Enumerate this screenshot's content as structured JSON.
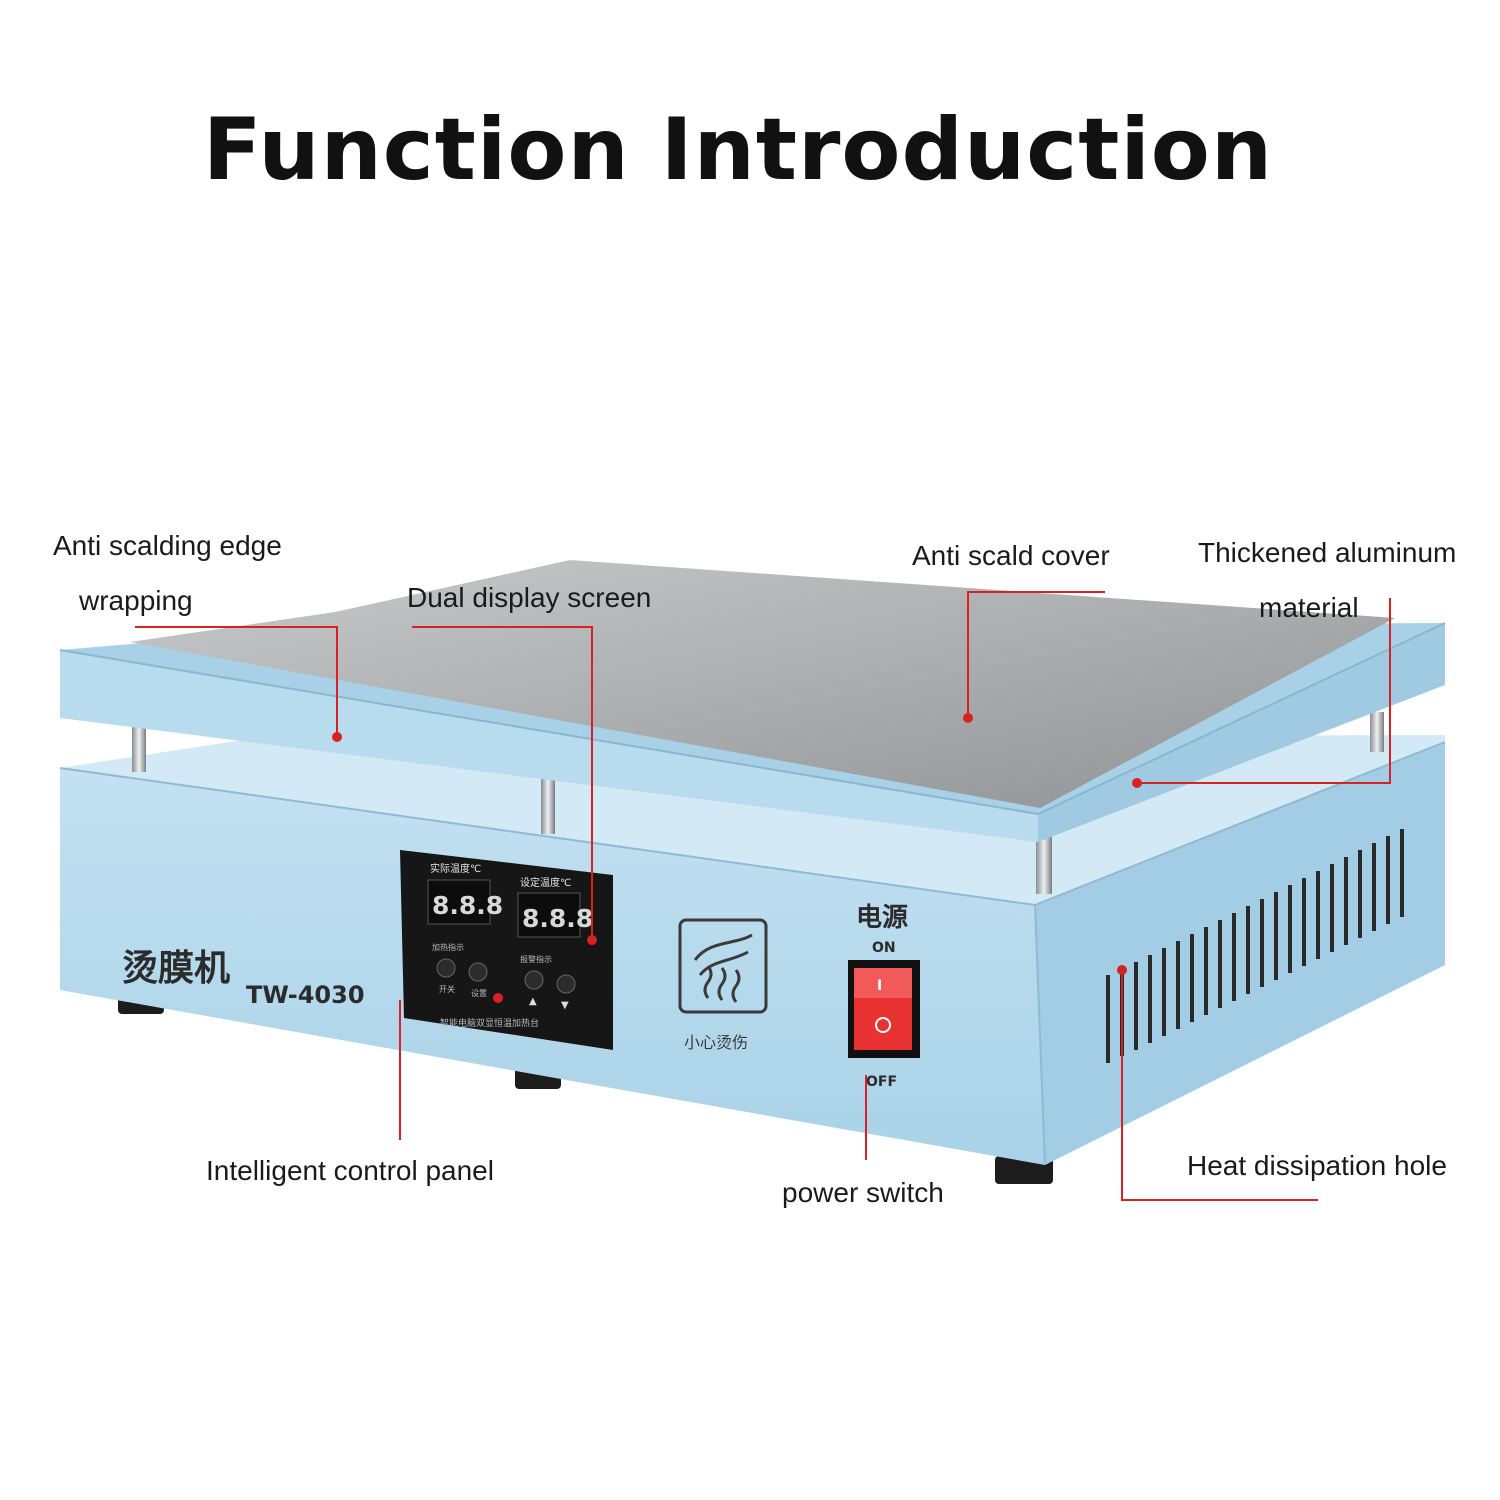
{
  "title": "Function Introduction",
  "colors": {
    "callout": "#d62222",
    "body": "#b5d9ec",
    "plate": "#a9abad",
    "switch": "#e83232"
  },
  "callouts": {
    "anti_scalding_edge_1": "Anti scalding edge",
    "anti_scalding_edge_2": "wrapping",
    "dual_display": "Dual display screen",
    "anti_scald_cover": "Anti scald cover",
    "aluminum_1": "Thickened aluminum",
    "aluminum_2": "material",
    "control_panel": "Intelligent control panel",
    "power_switch": "power switch",
    "heat_hole": "Heat dissipation hole"
  },
  "device": {
    "model_cn": "烫膜机",
    "model": "TW-4030",
    "display_left_header": "实际温度℃",
    "display_right_header": "设定温度℃",
    "display_left_value": "8.8.8",
    "display_right_value": "8.8.8",
    "btn_label_1": "开关",
    "btn_label_2": "设置",
    "btn_label_3": "▲",
    "btn_label_4": "▼",
    "led_label_left": "加热指示",
    "led_label_right": "报警指示",
    "panel_footer": "智能电脑双显恒温加热台",
    "warning_text": "小心烫伤",
    "power_cn": "电源",
    "power_on": "ON",
    "power_off": "OFF",
    "switch_mark": "I"
  }
}
